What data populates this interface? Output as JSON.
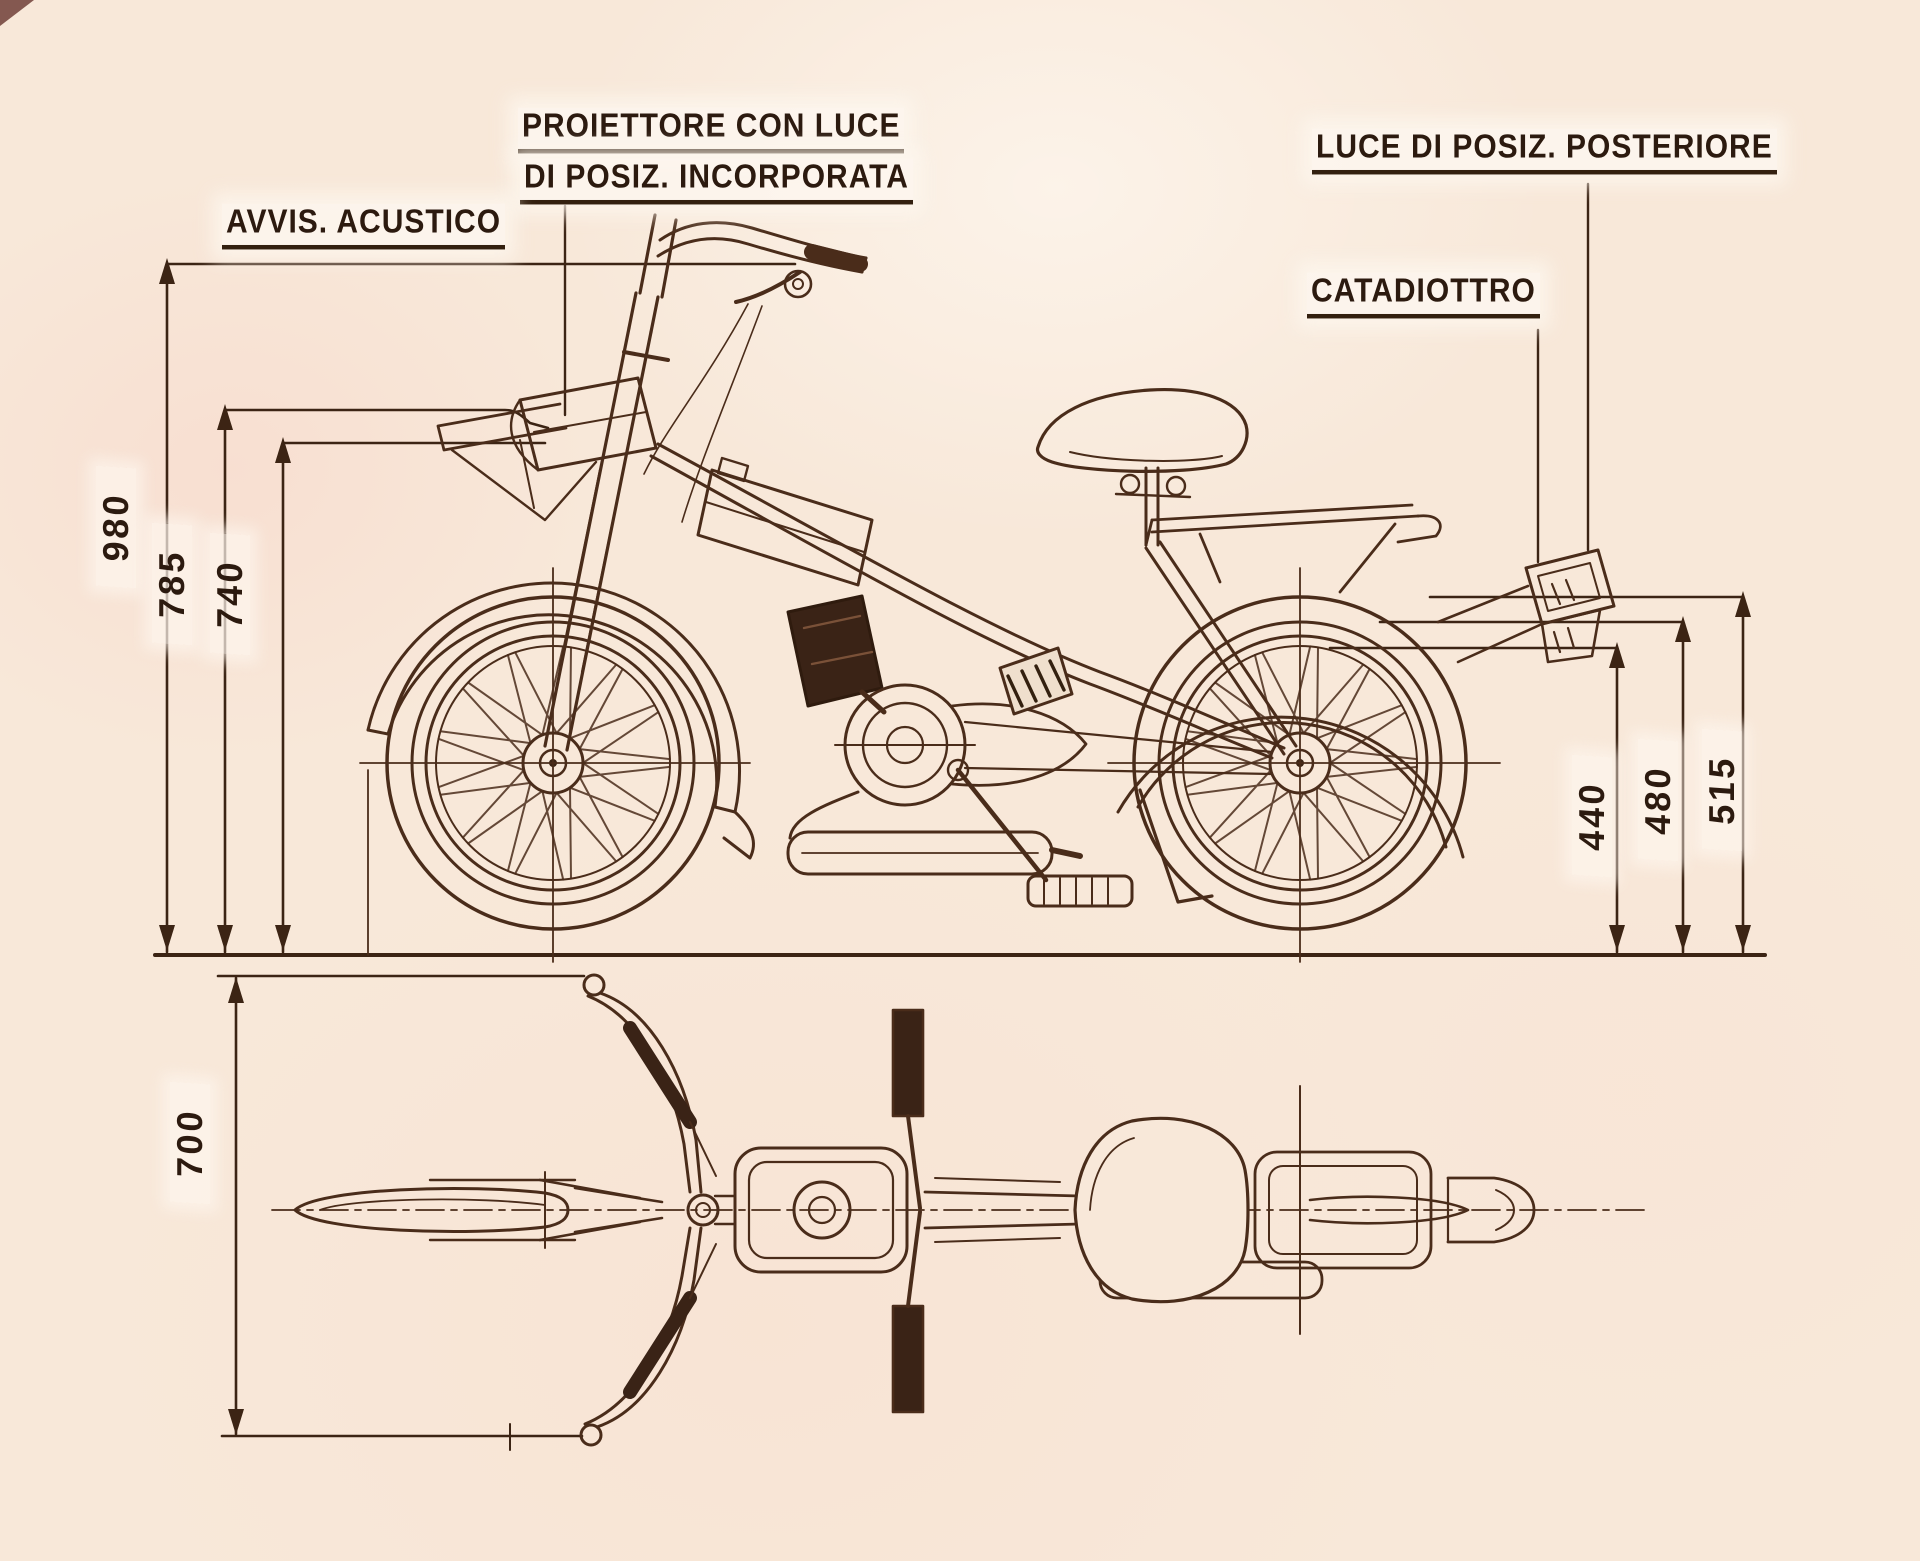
{
  "colors": {
    "paper": "#f8e8d9",
    "ink": "#2c1a0f",
    "line": "#4a2c1a"
  },
  "labels": {
    "headlight_line1": "PROIETTORE CON LUCE",
    "headlight_line2": "DI POSIZ. INCORPORATA",
    "horn": "AVVIS. ACUSTICO",
    "tail_light": "LUCE DI POSIZ. POSTERIORE",
    "reflector": "CATADIOTTRO"
  },
  "dims": {
    "h980": "980",
    "h785": "785",
    "h740": "740",
    "h440": "440",
    "h480": "480",
    "h515": "515",
    "w700": "700"
  }
}
